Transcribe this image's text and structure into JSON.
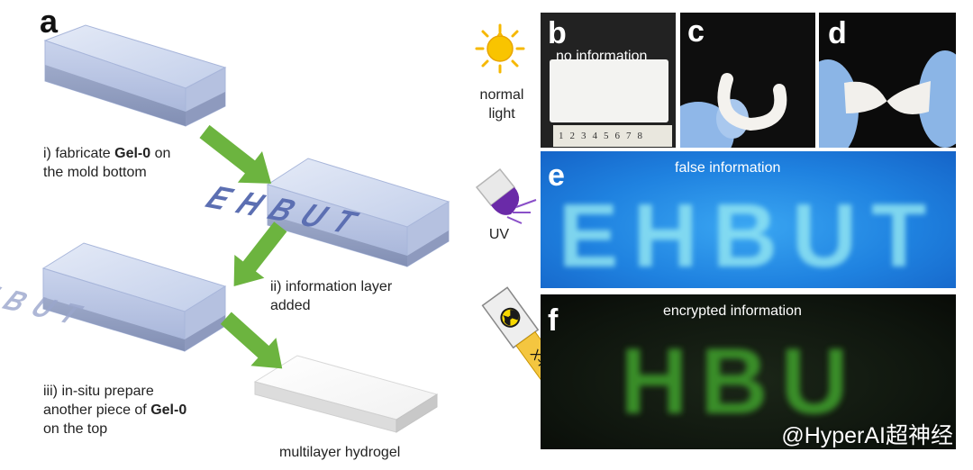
{
  "panel_a": {
    "letter": "a",
    "step1_prefix": "i) fabricate ",
    "step1_bold": "Gel-0",
    "step1_suffix": " on",
    "step1_line2": "the mold bottom",
    "step2_line1": "ii) information layer",
    "step2_line2": "added",
    "step3_line1": "iii) in-situ prepare",
    "step3_line2_prefix": "another piece of ",
    "step3_line2_bold": "Gel-0",
    "step3_line3": "on the top",
    "final_label": "multilayer hydrogel",
    "block_text": "EHBUT"
  },
  "light_sources": {
    "normal_line1": "normal",
    "normal_line2": "light",
    "uv": "UV",
    "xray": "X-ray"
  },
  "panel_b": {
    "letter": "b",
    "label": "no information",
    "ruler_ticks": [
      "1",
      "2",
      "3",
      "4",
      "5",
      "6",
      "7",
      "8"
    ]
  },
  "panel_c": {
    "letter": "c"
  },
  "panel_d": {
    "letter": "d"
  },
  "panel_e": {
    "letter": "e",
    "label": "false information",
    "glow_text": "EHBUT"
  },
  "panel_f": {
    "letter": "f",
    "label": "encrypted information",
    "glow_text": "HBU"
  },
  "watermark": "@HyperAI超神经",
  "colors": {
    "mold_blue": "#b9c6e4",
    "arrow_green": "#6cb43f",
    "uv_bg": "#1e7fe3",
    "uv_glow": "#8fe4f2",
    "xray_bg": "#111a10",
    "xray_glow": "#3e9a2c",
    "sun": "#f6b800"
  }
}
